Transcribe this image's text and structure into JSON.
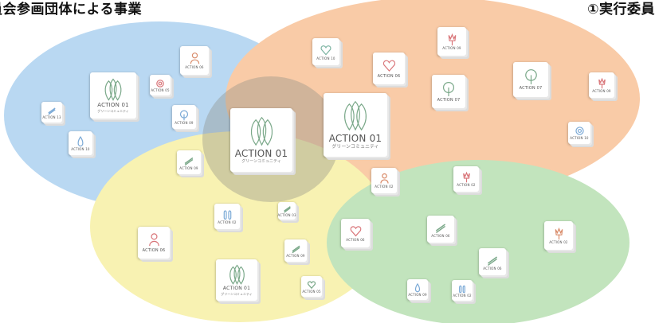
{
  "header": {
    "left_title": "員会参画団体による事業",
    "right_title": "①実行委員"
  },
  "colors": {
    "blue": "#7fb6e6",
    "orange": "#f4b07e",
    "yellow": "#f4ec8a",
    "green": "#8fd08a",
    "center": "#8f8f86"
  },
  "cards": [
    {
      "id": "c-large-center",
      "title": "ACTION 01",
      "subtitle": "グリーンコミュニティ",
      "icon": "leaf-trio-icon",
      "accent": "#7aa889"
    },
    {
      "id": "c-large-right",
      "title": "ACTION 01",
      "subtitle": "グリーンコミュニティ",
      "icon": "leaf-trio-icon",
      "accent": "#7aa889"
    },
    {
      "id": "c-left-big",
      "title": "ACTION 01",
      "subtitle": "グリーンコミュニティ",
      "icon": "leaf-trio-icon",
      "accent": "#7aa889"
    },
    {
      "id": "c-bottom-big",
      "title": "ACTION 01",
      "subtitle": "グリーンコミュニティ",
      "icon": "leaf-trio-icon",
      "accent": "#7aa889"
    },
    {
      "id": "c-top-orange",
      "title": "ACTION 06",
      "subtitle": "",
      "icon": "person-icon",
      "accent": "#d98c6b"
    },
    {
      "id": "c-top-1",
      "title": "ACTION 10",
      "subtitle": "",
      "icon": "heart-icon",
      "accent": "#7bb3a1"
    },
    {
      "id": "c-top-2",
      "title": "ACTION 06",
      "subtitle": "",
      "icon": "heart-icon",
      "accent": "#d9767a"
    },
    {
      "id": "c-top-3",
      "title": "ACTION 07",
      "subtitle": "",
      "icon": "tree-icon",
      "accent": "#7aa889"
    },
    {
      "id": "c-top-4",
      "title": "ACTION 07",
      "subtitle": "",
      "icon": "tree-icon",
      "accent": "#7aa889"
    },
    {
      "id": "c-top-5",
      "title": "ACTION 09",
      "subtitle": "",
      "icon": "tulip-icon",
      "accent": "#d9767a"
    },
    {
      "id": "c-top-6",
      "title": "ACTION 09",
      "subtitle": "",
      "icon": "tulip-icon",
      "accent": "#d9767a"
    },
    {
      "id": "c-top-7",
      "title": "ACTION 10",
      "subtitle": "",
      "icon": "circle-icon",
      "accent": "#7aa9d6"
    }
  ]
}
